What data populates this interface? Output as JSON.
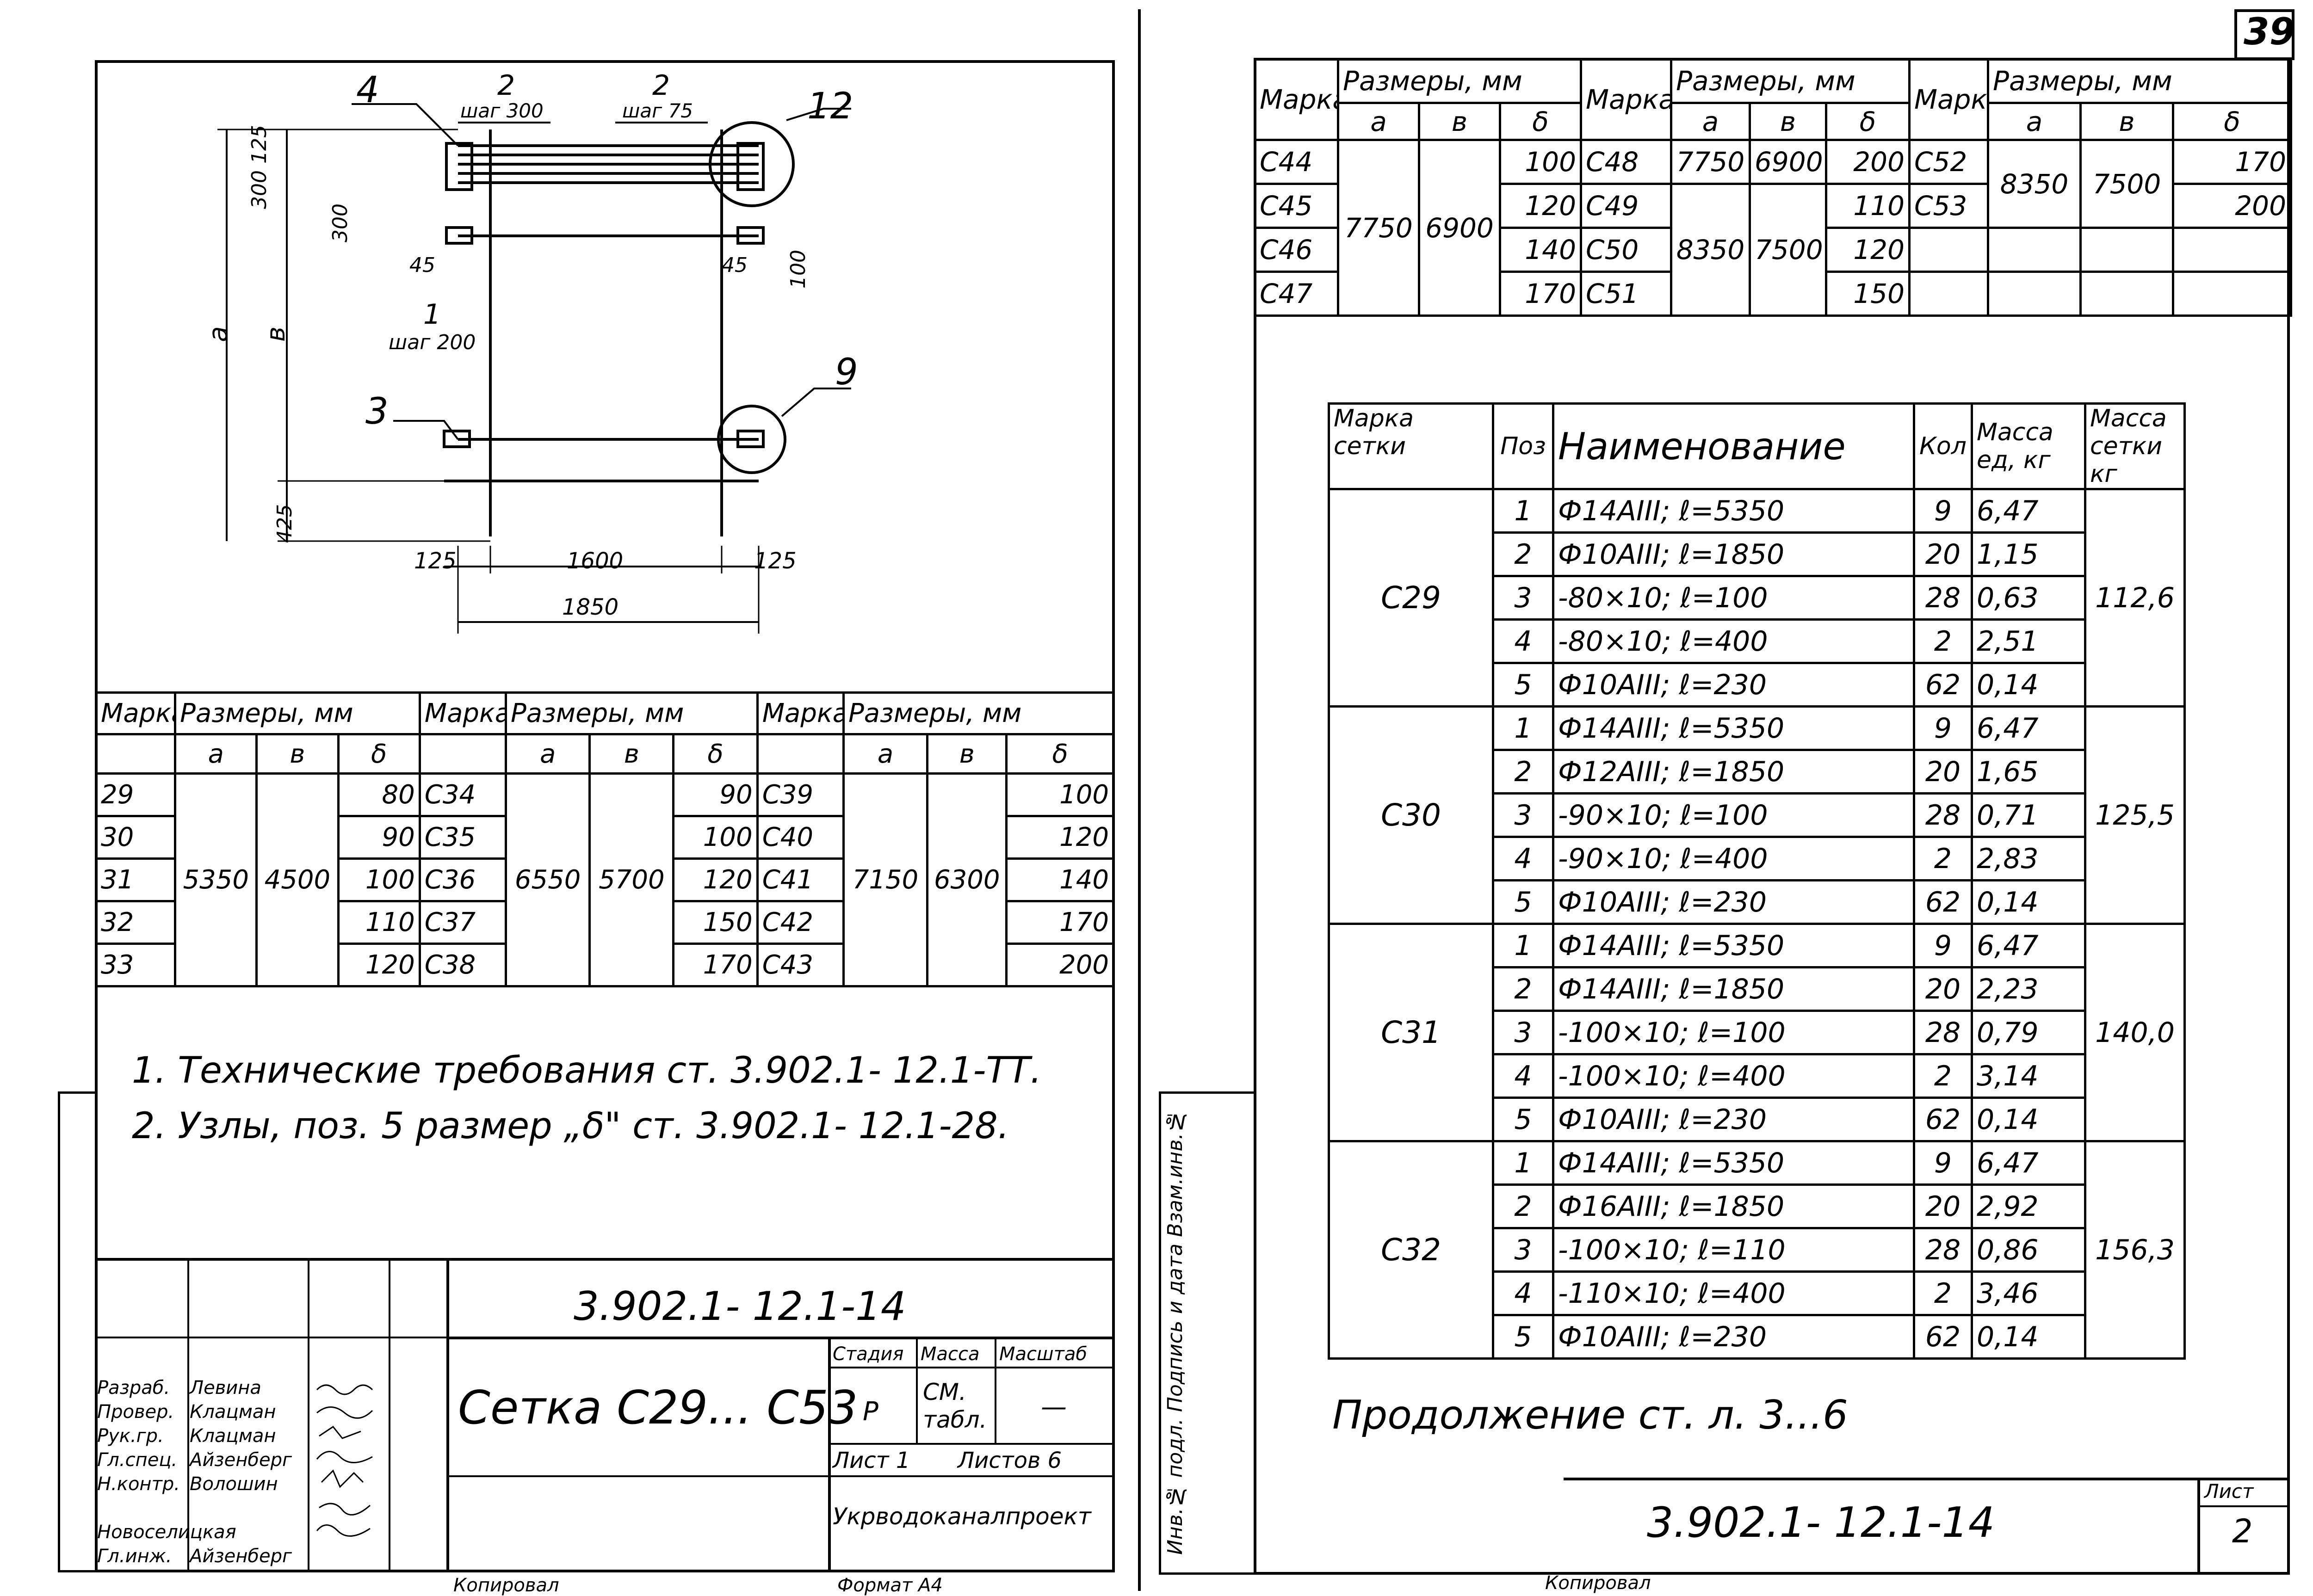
{
  "sheet_number": "39",
  "drawing_labels": {
    "top_count_left": "2",
    "top_step_left": "шаг 300",
    "top_count_right": "2",
    "top_step_right": "шаг 75",
    "mid_count": "1",
    "mid_step": "шаг 200",
    "callout_4": "4",
    "callout_12": "12",
    "callout_3": "3",
    "callout_9": "9",
    "dim_300_125": "300 125",
    "dim_300": "300",
    "dim_45_left": "45",
    "dim_45_right": "45",
    "dim_100": "100",
    "dim_a": "a",
    "dim_b": "в",
    "dim_425": "425",
    "dim_125_left": "125",
    "dim_1600": "1600",
    "dim_125_right": "125",
    "dim_1850": "1850"
  },
  "left_table": {
    "headers": [
      "Марка",
      "Размеры, мм",
      "Марка",
      "Размеры, мм",
      "Марка",
      "Размеры, мм"
    ],
    "subheaders": [
      "a",
      "в",
      "δ"
    ],
    "rows": [
      [
        "29",
        "80",
        "С34",
        "90",
        "С39",
        "100"
      ],
      [
        "30",
        "90",
        "С35",
        "100",
        "С40",
        "120"
      ],
      [
        "31",
        "100",
        "С36",
        "120",
        "С41",
        "140"
      ],
      [
        "32",
        "110",
        "С37",
        "150",
        "С42",
        "170"
      ],
      [
        "33",
        "120",
        "С38",
        "170",
        "С43",
        "200"
      ]
    ],
    "group1_a": "5350",
    "group1_b": "4500",
    "group2_a": "6550",
    "group2_b": "5700",
    "group3_a": "7150",
    "group3_b": "6300"
  },
  "notes": [
    "1. Технические требования ст. 3.902.1- 12.1-ТТ.",
    "2. Узлы, поз. 5 размер „δ\" ст. 3.902.1- 12.1-28."
  ],
  "title_block": {
    "code": "3.902.1- 12.1-14",
    "title": "Сетка С29... С53",
    "stage_label": "Стадия",
    "mass_label": "Масса",
    "scale_label": "Масштаб",
    "stage_value": "Р",
    "mass_value": "СМ. табл.",
    "scale_value": "—",
    "sheet_label": "Лист 1",
    "sheets_label": "Листов 6",
    "org": "Укрводоканалпроект",
    "signers": [
      [
        "Разраб.",
        "Левина"
      ],
      [
        "Провер.",
        "Клацман"
      ],
      [
        "Рук.гр.",
        "Клацман"
      ],
      [
        "Гл.спец.",
        "Айзенберг"
      ],
      [
        "Н.контр.",
        "Волошин"
      ],
      [
        "",
        "Новоселицкая"
      ],
      [
        "Гл.инж.",
        "Айзенберг"
      ]
    ],
    "copied": "Копировал",
    "format": "Формат А4"
  },
  "top_right_table": {
    "headers": [
      "Марка",
      "Размеры, мм",
      "Марка",
      "Размеры, мм",
      "Марка",
      "Размеры, мм"
    ],
    "subheaders": [
      "a",
      "в",
      "δ"
    ],
    "rows": [
      [
        "С44",
        "100",
        "С48",
        "7750",
        "6900",
        "200",
        "С52",
        "170"
      ],
      [
        "С45",
        "120",
        "С49",
        "",
        "",
        "110",
        "С53",
        "200"
      ],
      [
        "С46",
        "140",
        "С50",
        "",
        "",
        "120",
        "",
        ""
      ],
      [
        "С47",
        "170",
        "С51",
        "",
        "",
        "150",
        "",
        ""
      ]
    ],
    "g1_a": "7750",
    "g1_b": "6900",
    "g2_a": "8350",
    "g2_b": "7500",
    "g3_a": "8350",
    "g3_b": "7500"
  },
  "spec_table": {
    "headers": [
      "Марка сетки",
      "Поз",
      "Наименование",
      "Кол",
      "Масса ед, кг",
      "Масса сетки кг"
    ],
    "groups": [
      {
        "mark": "С29",
        "total": "112,6",
        "rows": [
          [
            "1",
            "Ф14АIII; ℓ=5350",
            "9",
            "6,47"
          ],
          [
            "2",
            "Ф10АIII; ℓ=1850",
            "20",
            "1,15"
          ],
          [
            "3",
            "-80×10; ℓ=100",
            "28",
            "0,63"
          ],
          [
            "4",
            "-80×10; ℓ=400",
            "2",
            "2,51"
          ],
          [
            "5",
            "Ф10АIII; ℓ=230",
            "62",
            "0,14"
          ]
        ]
      },
      {
        "mark": "С30",
        "total": "125,5",
        "rows": [
          [
            "1",
            "Ф14АIII; ℓ=5350",
            "9",
            "6,47"
          ],
          [
            "2",
            "Ф12АIII; ℓ=1850",
            "20",
            "1,65"
          ],
          [
            "3",
            "-90×10; ℓ=100",
            "28",
            "0,71"
          ],
          [
            "4",
            "-90×10; ℓ=400",
            "2",
            "2,83"
          ],
          [
            "5",
            "Ф10АIII; ℓ=230",
            "62",
            "0,14"
          ]
        ]
      },
      {
        "mark": "С31",
        "total": "140,0",
        "rows": [
          [
            "1",
            "Ф14АIII; ℓ=5350",
            "9",
            "6,47"
          ],
          [
            "2",
            "Ф14АIII; ℓ=1850",
            "20",
            "2,23"
          ],
          [
            "3",
            "-100×10; ℓ=100",
            "28",
            "0,79"
          ],
          [
            "4",
            "-100×10; ℓ=400",
            "2",
            "3,14"
          ],
          [
            "5",
            "Ф10АIII; ℓ=230",
            "62",
            "0,14"
          ]
        ]
      },
      {
        "mark": "С32",
        "total": "156,3",
        "rows": [
          [
            "1",
            "Ф14АIII; ℓ=5350",
            "9",
            "6,47"
          ],
          [
            "2",
            "Ф16АIII; ℓ=1850",
            "20",
            "2,92"
          ],
          [
            "3",
            "-100×10; ℓ=110",
            "28",
            "0,86"
          ],
          [
            "4",
            "-110×10; ℓ=400",
            "2",
            "3,46"
          ],
          [
            "5",
            "Ф10АIII; ℓ=230",
            "62",
            "0,14"
          ]
        ]
      }
    ]
  },
  "continuation": "Продолжение ст. л. 3...6",
  "right_code": "3.902.1- 12.1-14",
  "right_sheet_label": "Лист",
  "right_sheet_no": "2",
  "side_stamp": "Инв.№ подл. Подпись и дата Взам.инв.№",
  "right_copied": "Копировал"
}
